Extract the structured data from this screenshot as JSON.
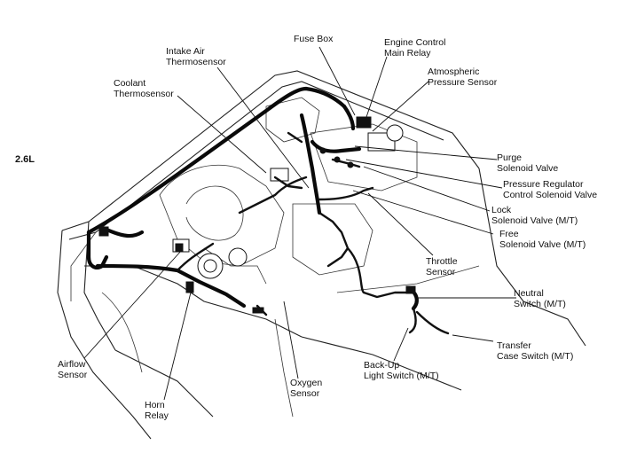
{
  "engine_label": "2.6L",
  "labels": {
    "fuse_box": "Fuse Box",
    "engine_control_main_relay": "Engine Control\nMain Relay",
    "intake_air_thermosensor": "Intake Air\nThermosensor",
    "atmospheric_pressure_sensor": "Atmospheric\nPressure Sensor",
    "coolant_thermosensor": "Coolant\nThermosensor",
    "purge_solenoid_valve": "Purge\nSolenoid Valve",
    "pressure_regulator_control_solenoid_valve": "Pressure Regulator\nControl Solenoid Valve",
    "lock_solenoid_valve": "Lock\nSolenoid Valve (M/T)",
    "free_solenoid_valve": "Free\nSolenoid Valve (M/T)",
    "throttle_sensor": "Throttle\nSensor",
    "neutral_switch": "Neutral\nSwitch (M/T)",
    "transfer_case_switch": "Transfer\nCase Switch (M/T)",
    "back_up_light_switch": "Back-Up\nLight Switch (M/T)",
    "oxygen_sensor": "Oxygen\nSensor",
    "horn_relay": "Horn\nRelay",
    "airflow_sensor": "Airflow\nSensor"
  }
}
